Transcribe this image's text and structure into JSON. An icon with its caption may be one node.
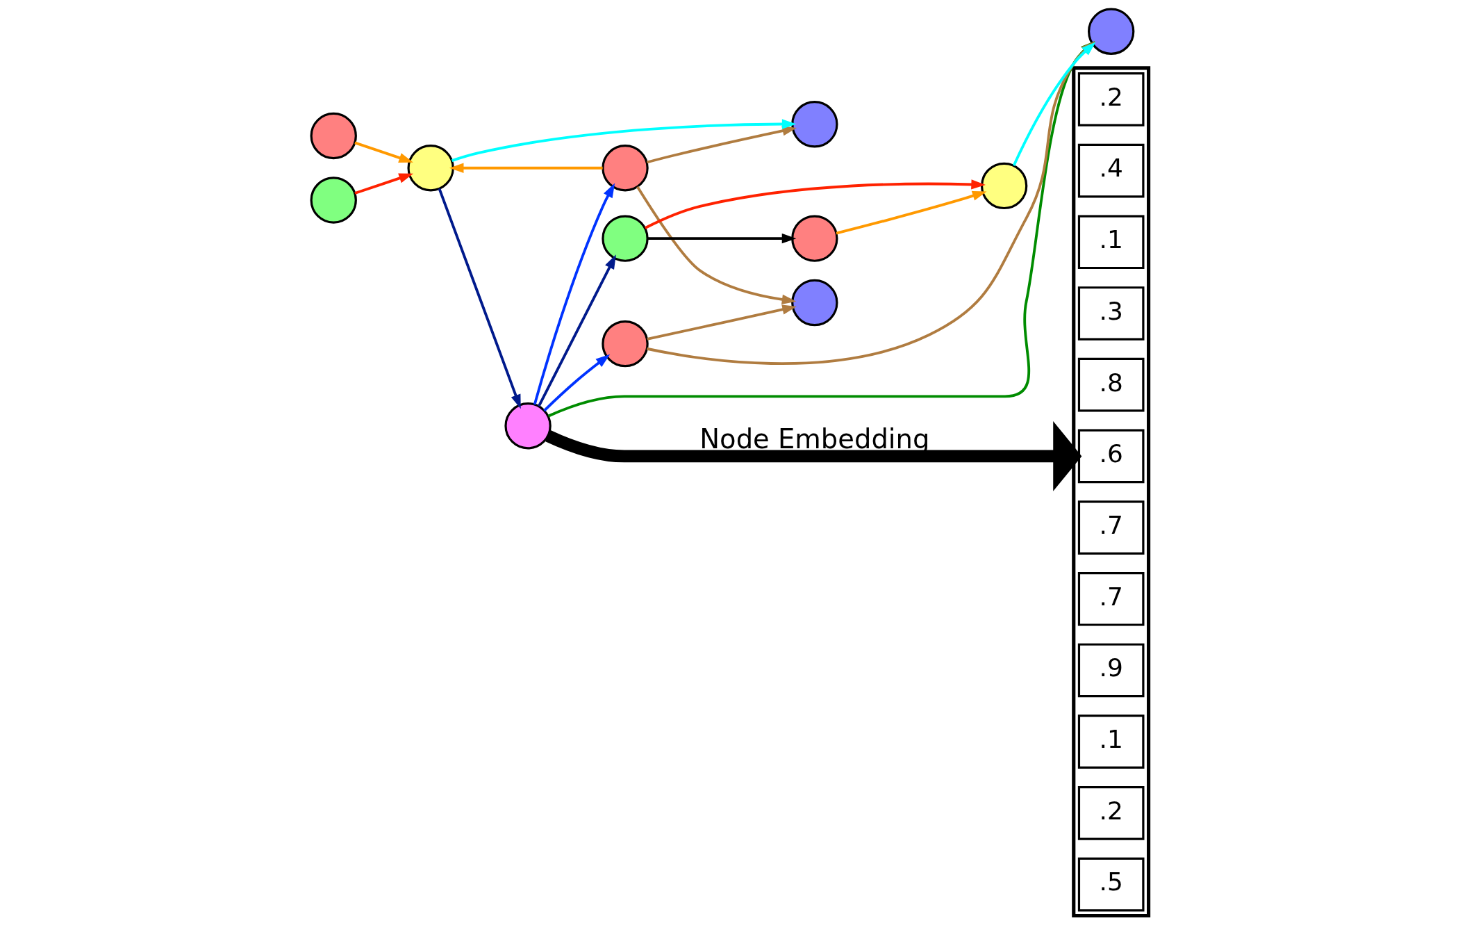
{
  "diagram": {
    "nodes": [
      {
        "text": [],
        "shape": "circle"
      },
      {
        "text": [],
        "shape": "circle"
      },
      {
        "text": [],
        "shape": "circle"
      },
      {
        "text": [],
        "shape": "circle"
      },
      {
        "text": [],
        "shape": "circle"
      },
      {
        "text": [],
        "shape": "circle"
      },
      {
        "text": [],
        "shape": "circle"
      },
      {
        "text": [],
        "shape": "circle"
      },
      {
        "text": [],
        "shape": "circle"
      },
      {
        "text": [],
        "shape": "circle"
      },
      {
        "text": [],
        "shape": "circle"
      },
      {
        "text": [],
        "shape": "circle"
      },
      {
        "text": [],
        "shape": "box"
      },
      {
        "text": [
          ".2"
        ],
        "in": 12
      },
      {
        "text": [
          ".4"
        ],
        "in": 12
      },
      {
        "text": [
          ".1"
        ],
        "in": 12
      },
      {
        "text": [
          ".3"
        ],
        "in": 12
      },
      {
        "text": [
          ".8"
        ],
        "in": 12
      },
      {
        "text": [
          ".6"
        ],
        "in": 12
      },
      {
        "text": [
          ".7"
        ],
        "in": 12
      },
      {
        "text": [
          ".7"
        ],
        "in": 12
      },
      {
        "text": [
          ".9"
        ],
        "in": 12
      },
      {
        "text": [
          ".1"
        ],
        "in": 12
      },
      {
        "text": [
          ".2"
        ],
        "in": 12
      },
      {
        "text": [
          ".5"
        ],
        "in": 12
      }
    ],
    "edges": [
      {
        "from": 2,
        "to": 0,
        "arrow": "to",
        "color": "#b07c40"
      },
      {
        "from": 3,
        "to": 0,
        "arrow": "to",
        "color": "#00ffff"
      },
      {
        "from": 1,
        "to": 3,
        "arrow": "to",
        "color": "#ff9900"
      },
      {
        "from": 2,
        "to": 3,
        "arrow": "to",
        "color": "#ff9900"
      },
      {
        "from": 4,
        "to": 3,
        "arrow": "to",
        "color": "#ff2200"
      },
      {
        "from": 2,
        "to": 5,
        "arrow": "to",
        "color": "#b07c40"
      },
      {
        "from": 3,
        "to": 6,
        "arrow": "to",
        "color": "#001a8c"
      },
      {
        "from": 6,
        "to": 2,
        "arrow": "to",
        "color": "#0033ff"
      },
      {
        "from": 9,
        "to": 5,
        "arrow": "to",
        "color": "#b07c40"
      },
      {
        "from": 6,
        "to": 9,
        "arrow": "to",
        "color": "#0033ff"
      },
      {
        "from": 6,
        "to": 7,
        "arrow": "to",
        "color": "#001a8c"
      },
      {
        "from": 6,
        "to": 11,
        "arrow": "to",
        "color": "#008c00"
      },
      {
        "from": 7,
        "to": 8,
        "arrow": "to",
        "color": "#000000"
      },
      {
        "from": 7,
        "to": 10,
        "arrow": "to",
        "color": "#ff2200"
      },
      {
        "from": 8,
        "to": 10,
        "arrow": "to",
        "color": "#ff9900"
      },
      {
        "from": 9,
        "to": 11,
        "arrow": "to",
        "color": "#b07c40"
      },
      {
        "from": 10,
        "to": 11,
        "arrow": "to",
        "color": "#00ffff"
      },
      {
        "from": 6,
        "to": 12,
        "arrow": "to",
        "label": "Node Embedding",
        "style": "thick",
        "color": "#000000"
      }
    ]
  }
}
